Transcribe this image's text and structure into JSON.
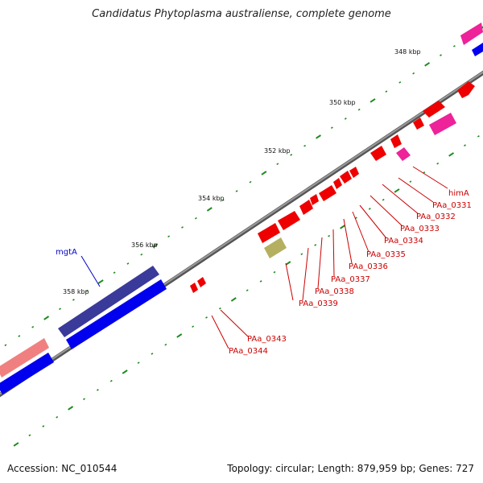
{
  "title": "Candidatus Phytoplasma australiense, complete genome",
  "footer": {
    "accession": "Accession: NC_010544",
    "summary": "Topology: circular; Length: 879,959 bp; Genes: 727"
  },
  "map": {
    "kbp_markers": [
      "348 kbp",
      "350 kbp",
      "352 kbp",
      "354 kbp",
      "356 kbp",
      "358 kbp"
    ],
    "gene_labels": {
      "himA": "himA",
      "PAa_0331": "PAa_0331",
      "PAa_0332": "PAa_0332",
      "PAa_0333": "PAa_0333",
      "PAa_0334": "PAa_0334",
      "PAa_0335": "PAa_0335",
      "PAa_0336": "PAa_0336",
      "PAa_0337": "PAa_0337",
      "PAa_0338": "PAa_0338",
      "PAa_0339": "PAa_0339",
      "PAa_0343": "PAa_0343",
      "PAa_0344": "PAa_0344",
      "mgtA": "mgtA"
    },
    "colors": {
      "backbone": "#8a8a8a",
      "tick": "#1f8a1f",
      "gene_red": "#ee0000",
      "gene_pink": "#ee2299",
      "gene_salmon": "#f08080",
      "gene_blue": "#0000ee",
      "gene_navy": "#3a3a9a",
      "gene_olive": "#b5b060",
      "label_red": "#cc0000",
      "label_blue": "#0000cc"
    }
  }
}
